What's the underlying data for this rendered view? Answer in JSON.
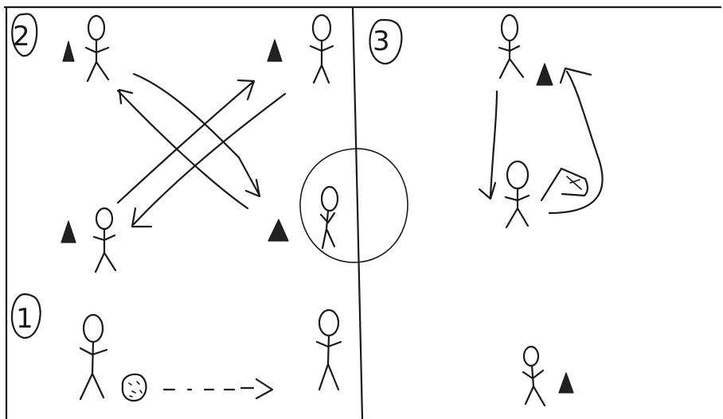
{
  "drill_numbers": {
    "one": "1",
    "two": "2",
    "three": "3"
  }
}
